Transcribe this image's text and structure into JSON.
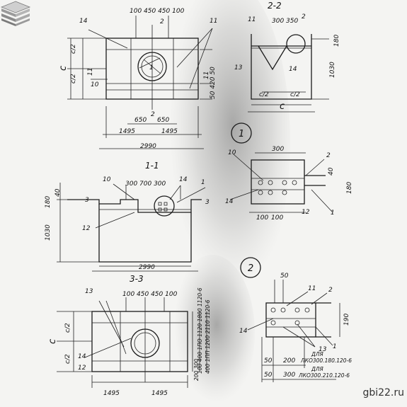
{
  "drawing": {
    "top_plan": {
      "dims_top": "100 450 450 100",
      "half_c_top": "c/2",
      "half_c_bot": "c/2",
      "c": "c",
      "mark_2_top": "2",
      "mark_2_bot": "2",
      "mark_1": "1",
      "mark_11": "11",
      "mark_10": "10",
      "mark_14": "14",
      "side_dims": "50 420 50",
      "side_11": "11",
      "dim_650_a": "650",
      "dim_650_b": "650",
      "dim_1495_a": "1495",
      "dim_1495_b": "1495",
      "total": "2990"
    },
    "section_2": {
      "title": "2-2",
      "dims_top": "300 350",
      "mark_11": "11",
      "mark_2": "2",
      "mark_13": "13",
      "mark_14": "14",
      "height": "1030",
      "top_dim": "180",
      "half_a": "c/2",
      "half_b": "c/2",
      "c": "c"
    },
    "detail_1": {
      "circle": "1",
      "dim_top": "300",
      "mark_10": "10",
      "mark_2": "2",
      "mark_40": "40",
      "mark_14": "14",
      "mark_12": "12",
      "mark_1": "1",
      "dim_100_a": "100",
      "dim_100_b": "100",
      "height": "180"
    },
    "section_1": {
      "title": "1-1",
      "dims_top": "300 700 300",
      "mark_10": "10",
      "mark_14": "14",
      "mark_1": "1",
      "mark_3": "3",
      "mark_3b": "3",
      "mark_12": "12",
      "left_40": "40",
      "left_180": "180",
      "height": "1030",
      "width": "2990"
    },
    "section_3": {
      "title": "3-3",
      "dims_top": "100 450 450 100",
      "mark_13": "13",
      "mark_14": "14",
      "mark_12": "12",
      "c": "c",
      "half_a": "c/2",
      "half_b": "c/2",
      "dim_1495_a": "1495",
      "dim_1495_b": "1495",
      "vert_1": "100 400 1ПО 1120 1800 1120-6",
      "vert_2": "400 1ПП 1200 2110 1120-6",
      "vert_3": "200 300"
    },
    "detail_2": {
      "circle": "2",
      "dim_50": "50",
      "mark_11": "11",
      "mark_2": "2",
      "mark_14": "14",
      "mark_13": "13",
      "mark_1": "1",
      "height": "190",
      "dim_50_b": "50",
      "dim_200": "200",
      "dim_50_c": "50",
      "dim_300": "300",
      "note_1": "ДЛЯ",
      "note_2": "ЛКО300.180.120-6",
      "note_3": "ДЛЯ",
      "note_4": "ЛКО300.210.120-6"
    }
  },
  "watermark": "gbi22.ru"
}
